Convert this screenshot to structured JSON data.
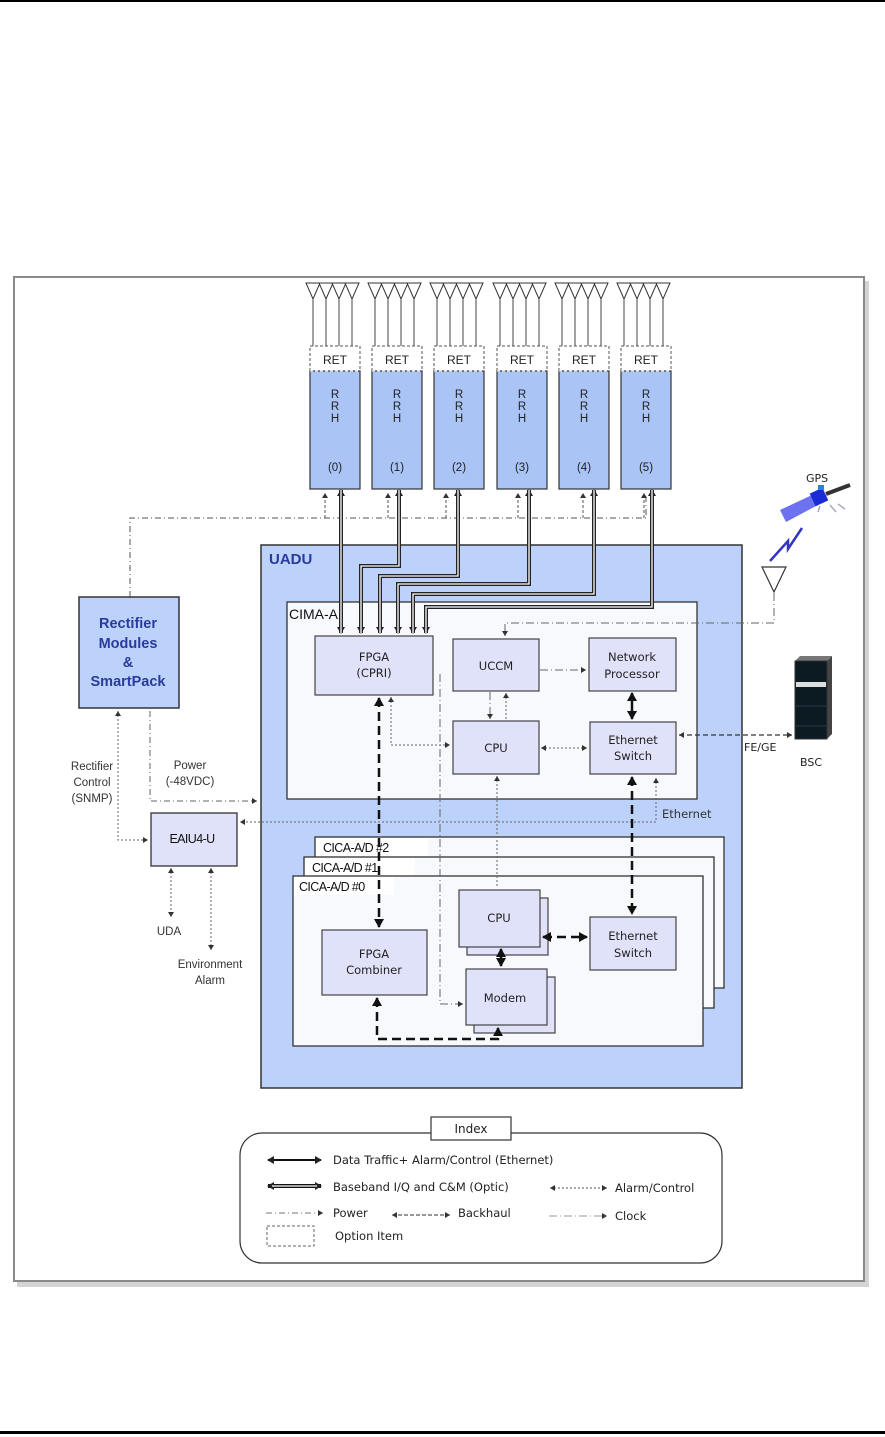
{
  "rrh_units": [
    {
      "ret": "RET",
      "letters": [
        "R",
        "R",
        "H"
      ],
      "index": "(0)"
    },
    {
      "ret": "RET",
      "letters": [
        "R",
        "R",
        "H"
      ],
      "index": "(1)"
    },
    {
      "ret": "RET",
      "letters": [
        "R",
        "R",
        "H"
      ],
      "index": "(2)"
    },
    {
      "ret": "RET",
      "letters": [
        "R",
        "R",
        "H"
      ],
      "index": "(3)"
    },
    {
      "ret": "RET",
      "letters": [
        "R",
        "R",
        "H"
      ],
      "index": "(4)"
    },
    {
      "ret": "RET",
      "letters": [
        "R",
        "R",
        "H"
      ],
      "index": "(5)"
    }
  ],
  "rectifier": {
    "lines": [
      "Rectifier",
      "Modules",
      "&",
      "SmartPack"
    ]
  },
  "uadu": {
    "title": "UADU"
  },
  "cima": {
    "title": "CIMA-A",
    "fpga": [
      "FPGA",
      "(CPRI)"
    ],
    "uccm": "UCCM",
    "network_processor": [
      "Network",
      "Processor"
    ],
    "cpu": "CPU",
    "ethernet_switch": [
      "Ethernet",
      "Switch"
    ]
  },
  "cica": {
    "cards": [
      "CICA-A/D #2",
      "CICA-A/D #1",
      "CICA-A/D #0"
    ],
    "fpga_combiner": [
      "FPGA",
      "Combiner"
    ],
    "cpu": "CPU",
    "modem": "Modem",
    "ethernet_switch": [
      "Ethernet",
      "Switch"
    ]
  },
  "eaiu": "EAIU4-U",
  "labels": {
    "rectifier_control": [
      "Rectifier",
      "Control",
      "(SNMP)"
    ],
    "power": [
      "Power",
      "(-48VDC)"
    ],
    "uda": "UDA",
    "environment_alarm": [
      "Environment",
      "Alarm"
    ],
    "ethernet": "Ethernet",
    "fe_ge": "FE/GE",
    "bsc": "BSC",
    "gps": "GPS"
  },
  "legend": {
    "title": "Index",
    "items": {
      "data_traffic": "Data Traffic+ Alarm/Control (Ethernet)",
      "baseband": "Baseband I/Q and C&M (Optic)",
      "alarm_control": "Alarm/Control",
      "power": "Power",
      "backhaul": "Backhaul",
      "clock": "Clock",
      "option_item": "Option Item"
    }
  },
  "colors": {
    "uadu_fill": "#bcd2fa",
    "rrh_fill": "#a9c4f5",
    "block_fill": "#e0e2fa",
    "card_fill": "#f8f9fd",
    "title_blue": "#2b3a9c",
    "line": "#222222"
  }
}
